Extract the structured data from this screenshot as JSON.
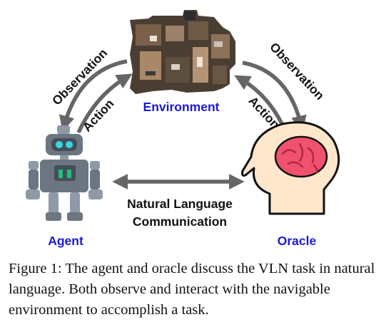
{
  "diagram": {
    "environment_label": "Environment",
    "agent_label": "Agent",
    "oracle_label": "Oracle",
    "observation_left": "Observation",
    "action_left": "Action",
    "observation_right": "Observation",
    "action_right": "Action",
    "communication_line1": "Natural Language",
    "communication_line2": "Communication",
    "colors": {
      "node_label": "#1a1ad6",
      "arrow": "#666666",
      "robot_body": "#6b7682",
      "robot_light": "#8e9aa6",
      "robot_eye": "#36d7e6",
      "robot_chest": "#1fbf7a",
      "brain": "#f0516c",
      "head_fill": "#ffe7cc"
    }
  },
  "caption": "Figure 1: The agent and oracle discuss the VLN task in natural language. Both observe and interact with the navigable environment to accomplish a task."
}
